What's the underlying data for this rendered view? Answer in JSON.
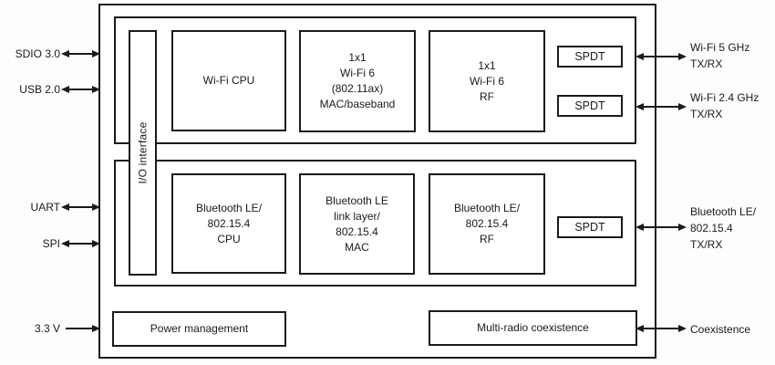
{
  "diagram_type": "soc-block-diagram",
  "colors": {
    "line": "#1a1a1a",
    "block_fill": "#ffffff",
    "background": "#fdfdfd"
  },
  "blocks": {
    "io_interface": "I/O interface",
    "wifi_cpu": "Wi-Fi CPU",
    "wifi_mac": "1x1\nWi-Fi 6\n(802.11ax)\nMAC/baseband",
    "wifi_rf": "1x1\nWi-Fi 6\nRF",
    "spdt": "SPDT",
    "bt_cpu": "Bluetooth LE/\n802.15.4\nCPU",
    "bt_mac": "Bluetooth LE\nlink layer/\n802.15.4\nMAC",
    "bt_rf": "Bluetooth LE/\n802.15.4\nRF",
    "power": "Power management",
    "coex": "Multi-radio coexistence"
  },
  "left_ports": [
    {
      "label": "SDIO 3.0",
      "direction": "bidirectional"
    },
    {
      "label": "USB 2.0",
      "direction": "bidirectional"
    },
    {
      "label": "UART",
      "direction": "bidirectional"
    },
    {
      "label": "SPI",
      "direction": "bidirectional"
    },
    {
      "label": "3.3 V",
      "direction": "input"
    }
  ],
  "right_ports": [
    {
      "label": "Wi-Fi 5 GHz\nTX/RX",
      "direction": "bidirectional"
    },
    {
      "label": "Wi-Fi 2.4 GHz\nTX/RX",
      "direction": "bidirectional"
    },
    {
      "label": "Bluetooth LE/\n802.15.4\nTX/RX",
      "direction": "bidirectional"
    },
    {
      "label": "Coexistence",
      "direction": "bidirectional"
    }
  ]
}
